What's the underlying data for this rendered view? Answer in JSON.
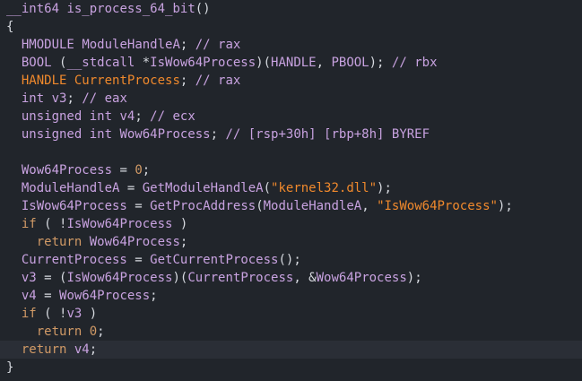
{
  "editor": {
    "background": "#21252b",
    "lines": [
      [
        [
          "ty",
          "__int64"
        ],
        [
          "pl",
          " "
        ],
        [
          "fn",
          "is_process_64_bit"
        ],
        [
          "pl",
          "()"
        ]
      ],
      [
        [
          "pl",
          "{"
        ]
      ],
      [
        [
          "pl",
          "  "
        ],
        [
          "ty",
          "HMODULE"
        ],
        [
          "pl",
          " "
        ],
        [
          "fn",
          "ModuleHandleA"
        ],
        [
          "pl",
          "; "
        ],
        [
          "cm",
          "// rax"
        ]
      ],
      [
        [
          "pl",
          "  "
        ],
        [
          "ty",
          "BOOL"
        ],
        [
          "pl",
          " ("
        ],
        [
          "ty",
          "__stdcall"
        ],
        [
          "pl",
          " *"
        ],
        [
          "fn",
          "IsWow64Process"
        ],
        [
          "pl",
          ")("
        ],
        [
          "ty",
          "HANDLE"
        ],
        [
          "pl",
          ", "
        ],
        [
          "ty",
          "PBOOL"
        ],
        [
          "pl",
          "); "
        ],
        [
          "cm",
          "// rbx"
        ]
      ],
      [
        [
          "pl",
          "  "
        ],
        [
          "orange",
          "HANDLE"
        ],
        [
          "pl",
          " "
        ],
        [
          "orange",
          "CurrentProcess"
        ],
        [
          "pl",
          "; "
        ],
        [
          "cm",
          "// rax"
        ]
      ],
      [
        [
          "pl",
          "  "
        ],
        [
          "ty",
          "int"
        ],
        [
          "pl",
          " "
        ],
        [
          "fn",
          "v3"
        ],
        [
          "pl",
          "; "
        ],
        [
          "cm",
          "// eax"
        ]
      ],
      [
        [
          "pl",
          "  "
        ],
        [
          "ty",
          "unsigned int"
        ],
        [
          "pl",
          " "
        ],
        [
          "fn",
          "v4"
        ],
        [
          "pl",
          "; "
        ],
        [
          "cm",
          "// ecx"
        ]
      ],
      [
        [
          "pl",
          "  "
        ],
        [
          "ty",
          "unsigned int"
        ],
        [
          "pl",
          " "
        ],
        [
          "fn",
          "Wow64Process"
        ],
        [
          "pl",
          "; "
        ],
        [
          "cm",
          "// [rsp+30h] [rbp+8h] BYREF"
        ]
      ],
      [
        [
          "pl",
          ""
        ]
      ],
      [
        [
          "pl",
          "  "
        ],
        [
          "fn",
          "Wow64Process"
        ],
        [
          "pl",
          " = "
        ],
        [
          "num",
          "0"
        ],
        [
          "pl",
          ";"
        ]
      ],
      [
        [
          "pl",
          "  "
        ],
        [
          "fn",
          "ModuleHandleA"
        ],
        [
          "pl",
          " = "
        ],
        [
          "fn",
          "GetModuleHandleA"
        ],
        [
          "pl",
          "("
        ],
        [
          "str",
          "\"kernel32.dll\""
        ],
        [
          "pl",
          ");"
        ]
      ],
      [
        [
          "pl",
          "  "
        ],
        [
          "fn",
          "IsWow64Process"
        ],
        [
          "pl",
          " = "
        ],
        [
          "fn",
          "GetProcAddress"
        ],
        [
          "pl",
          "("
        ],
        [
          "fn",
          "ModuleHandleA"
        ],
        [
          "pl",
          ", "
        ],
        [
          "str",
          "\"IsWow64Process\""
        ],
        [
          "pl",
          ");"
        ]
      ],
      [
        [
          "pl",
          "  "
        ],
        [
          "kw",
          "if"
        ],
        [
          "pl",
          " ( !"
        ],
        [
          "fn",
          "IsWow64Process"
        ],
        [
          "pl",
          " )"
        ]
      ],
      [
        [
          "pl",
          "    "
        ],
        [
          "kw",
          "return"
        ],
        [
          "pl",
          " "
        ],
        [
          "fn",
          "Wow64Process"
        ],
        [
          "pl",
          ";"
        ]
      ],
      [
        [
          "pl",
          "  "
        ],
        [
          "fn",
          "CurrentProcess"
        ],
        [
          "pl",
          " = "
        ],
        [
          "fn",
          "GetCurrentProcess"
        ],
        [
          "pl",
          "();"
        ]
      ],
      [
        [
          "pl",
          "  "
        ],
        [
          "fn",
          "v3"
        ],
        [
          "pl",
          " = ("
        ],
        [
          "fn",
          "IsWow64Process"
        ],
        [
          "pl",
          ")("
        ],
        [
          "fn",
          "CurrentProcess"
        ],
        [
          "pl",
          ", &"
        ],
        [
          "fn",
          "Wow64Process"
        ],
        [
          "pl",
          ");"
        ]
      ],
      [
        [
          "pl",
          "  "
        ],
        [
          "fn",
          "v4"
        ],
        [
          "pl",
          " = "
        ],
        [
          "fn",
          "Wow64Process"
        ],
        [
          "pl",
          ";"
        ]
      ],
      [
        [
          "pl",
          "  "
        ],
        [
          "kw",
          "if"
        ],
        [
          "pl",
          " ( !"
        ],
        [
          "fn",
          "v3"
        ],
        [
          "pl",
          " )"
        ]
      ],
      [
        [
          "pl",
          "    "
        ],
        [
          "kw",
          "return"
        ],
        [
          "pl",
          " "
        ],
        [
          "num",
          "0"
        ],
        [
          "pl",
          ";"
        ]
      ],
      [
        [
          "pl",
          "  "
        ],
        [
          "kw",
          "return"
        ],
        [
          "pl",
          " "
        ],
        [
          "fn",
          "v4"
        ],
        [
          "pl",
          ";"
        ]
      ],
      [
        [
          "pl",
          "}"
        ]
      ]
    ],
    "current_line_index": 19
  }
}
